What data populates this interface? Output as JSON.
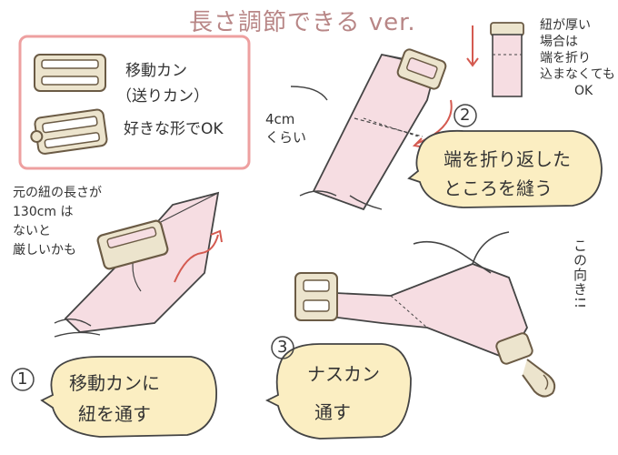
{
  "title": "長さ調節できる ver.",
  "legend": {
    "line1": "移動カン",
    "line2": "（送りカン）",
    "line3": "好きな形でOK"
  },
  "top_right_note": [
    "紐が厚い",
    "場合は",
    "端を折り",
    "込まなくても",
    "OK"
  ],
  "measure_note": [
    "4cm",
    "くらい"
  ],
  "left_note": [
    "元の紐の長さが",
    "130cm は",
    "ないと",
    "厳しいかも"
  ],
  "orientation_note": "この向き!!",
  "steps": [
    {
      "number": "1",
      "lines": [
        "移動カンに",
        "紐を通す"
      ]
    },
    {
      "number": "2",
      "lines": [
        "端を折り返した",
        "ところを縫う"
      ]
    },
    {
      "number": "3",
      "lines": [
        "ナスカン",
        "通す"
      ]
    }
  ],
  "colors": {
    "strap_pink": "#f6dde2",
    "bubble_yellow": "#fbeec2",
    "buckle_beige": "#ece4cd",
    "frame_red": "#eea0a0",
    "title_mauve": "#b88686",
    "arrow_red": "#d45a50"
  }
}
